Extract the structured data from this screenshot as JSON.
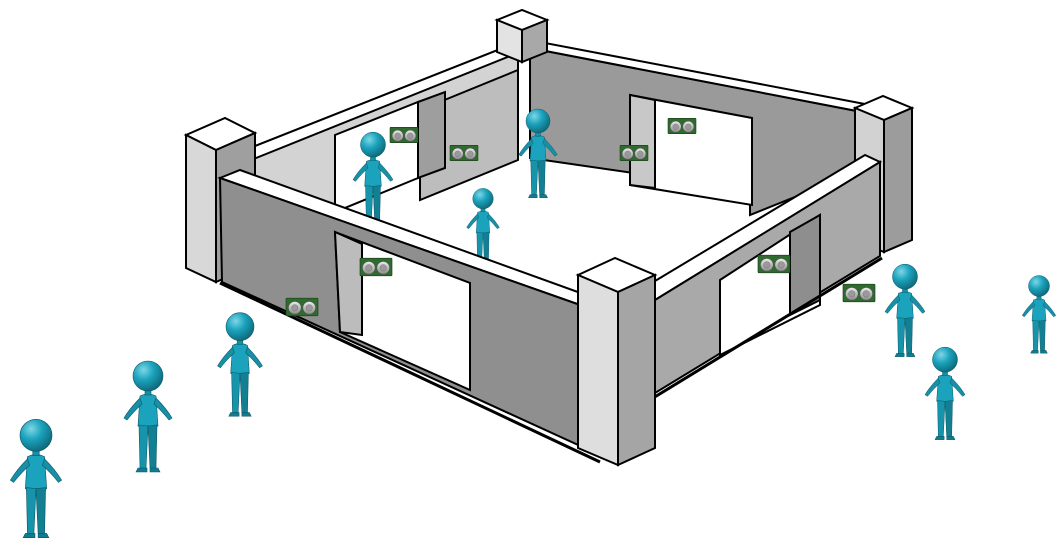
{
  "scene": {
    "colors": {
      "background": "#ffffff",
      "outline": "#000000",
      "wall_top": "#ffffff",
      "wall_light": "#d9d9d9",
      "wall_mid": "#b3b3b3",
      "wall_dark": "#8c8c8c",
      "pillar_light": "#e0e0e0",
      "pillar_dark": "#a6a6a6",
      "floor": "#ffffff",
      "person_main": "#1ba3bd",
      "person_dark": "#127a8e",
      "person_highlight": "#7fd6e6",
      "sensor_board": "#2f6b2f",
      "sensor_can": "#c8c8c8"
    },
    "people_outside_count": 6,
    "people_inside_count": 3,
    "sensor_count": 8,
    "icons": [
      "human-figure-icon",
      "ultrasonic-sensor-icon"
    ]
  }
}
